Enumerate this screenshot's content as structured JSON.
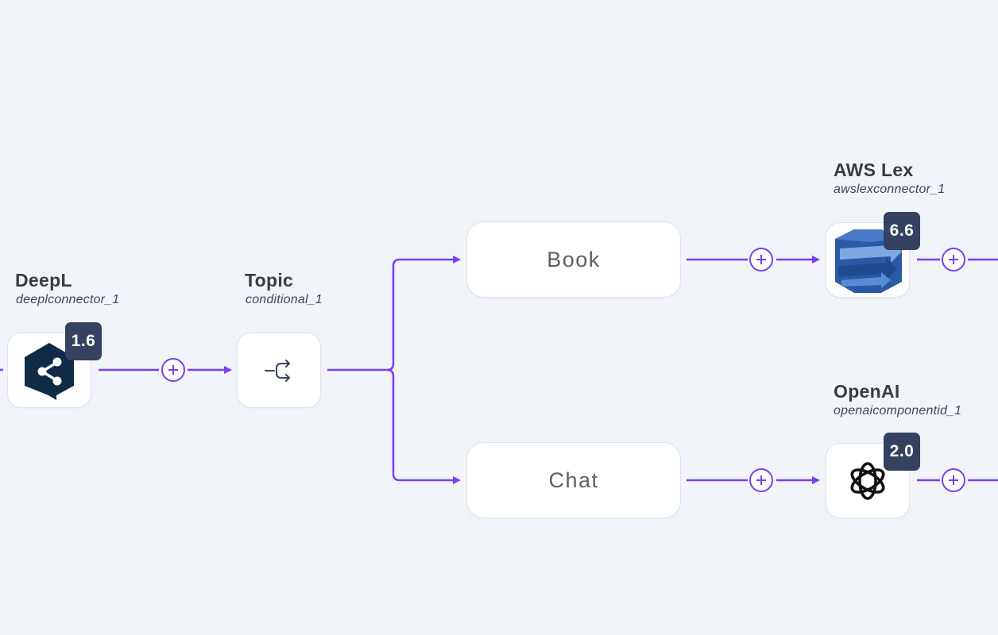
{
  "nodes": {
    "deepl": {
      "title": "DeepL",
      "id": "deeplconnector_1",
      "version": "1.6"
    },
    "topic": {
      "title": "Topic",
      "id": "conditional_1"
    },
    "book": {
      "label": "Book"
    },
    "chat": {
      "label": "Chat"
    },
    "awslex": {
      "title": "AWS Lex",
      "id": "awslexconnector_1",
      "version": "6.6"
    },
    "openai": {
      "title": "OpenAI",
      "id": "openaicomponentid_1",
      "version": "2.0"
    }
  },
  "colors": {
    "connector": "#7a3ff2",
    "badge": "#344160",
    "background": "#f1f4f8"
  },
  "icons": {
    "deepl": "deepl-logo-icon",
    "topic": "branch-split-icon",
    "awslex": "aws-lex-logo-icon",
    "openai": "openai-logo-icon",
    "add": "add-step-icon"
  }
}
